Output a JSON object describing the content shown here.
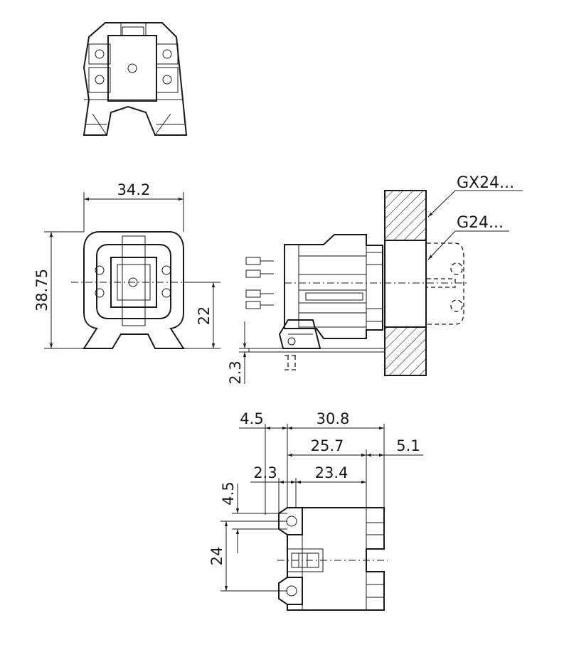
{
  "dimensions": {
    "overall_width": "34.2",
    "overall_height": "38.75",
    "center_height": "22",
    "base_offset": "2.3",
    "side_depth": "30.8",
    "side_body": "25.7",
    "flange": "5.1",
    "tab_offset_h": "4.5",
    "tab_offset_h2": "2.3",
    "inner_body": "23.4",
    "tab_offset_v": "4.5",
    "hole_spacing": "24"
  },
  "labels": {
    "base_gx24": "GX24...",
    "base_g24": "G24..."
  },
  "colors": {
    "line": "#1a1a1a",
    "background": "#ffffff"
  }
}
